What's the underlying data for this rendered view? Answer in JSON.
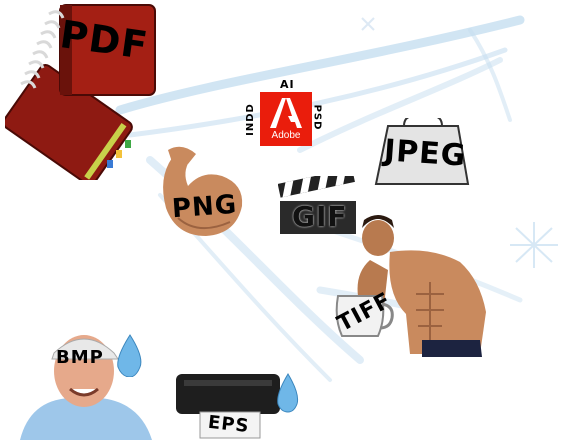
{
  "labels": {
    "pdf": "PDF",
    "ai": "AI",
    "indd": "INDD",
    "psd": "PSD",
    "adobe": "Adobe",
    "png": "PNG",
    "jpeg": "JPEG",
    "gif": "GIF",
    "tiff": "TIFF",
    "bmp": "BMP",
    "eps": "EPS"
  },
  "icons": {
    "notebook": "pdf-notebook-icon",
    "adobe_logo": "adobe-logo-icon",
    "arm": "flexing-arm-icon",
    "bag": "jpeg-bag-icon",
    "clapper": "clapperboard-icon",
    "muscle_man": "muscle-man-icon",
    "old_man": "old-man-icon",
    "printer": "printer-icon",
    "sweat_drop": "sweat-drop-icon"
  },
  "colors": {
    "notebook_red": "#9b1b12",
    "adobe_red": "#ea1d0c",
    "splash_blue": "#bcd9ee",
    "sweat_blue": "#6fb7e8",
    "skin": "#c98a5e"
  }
}
